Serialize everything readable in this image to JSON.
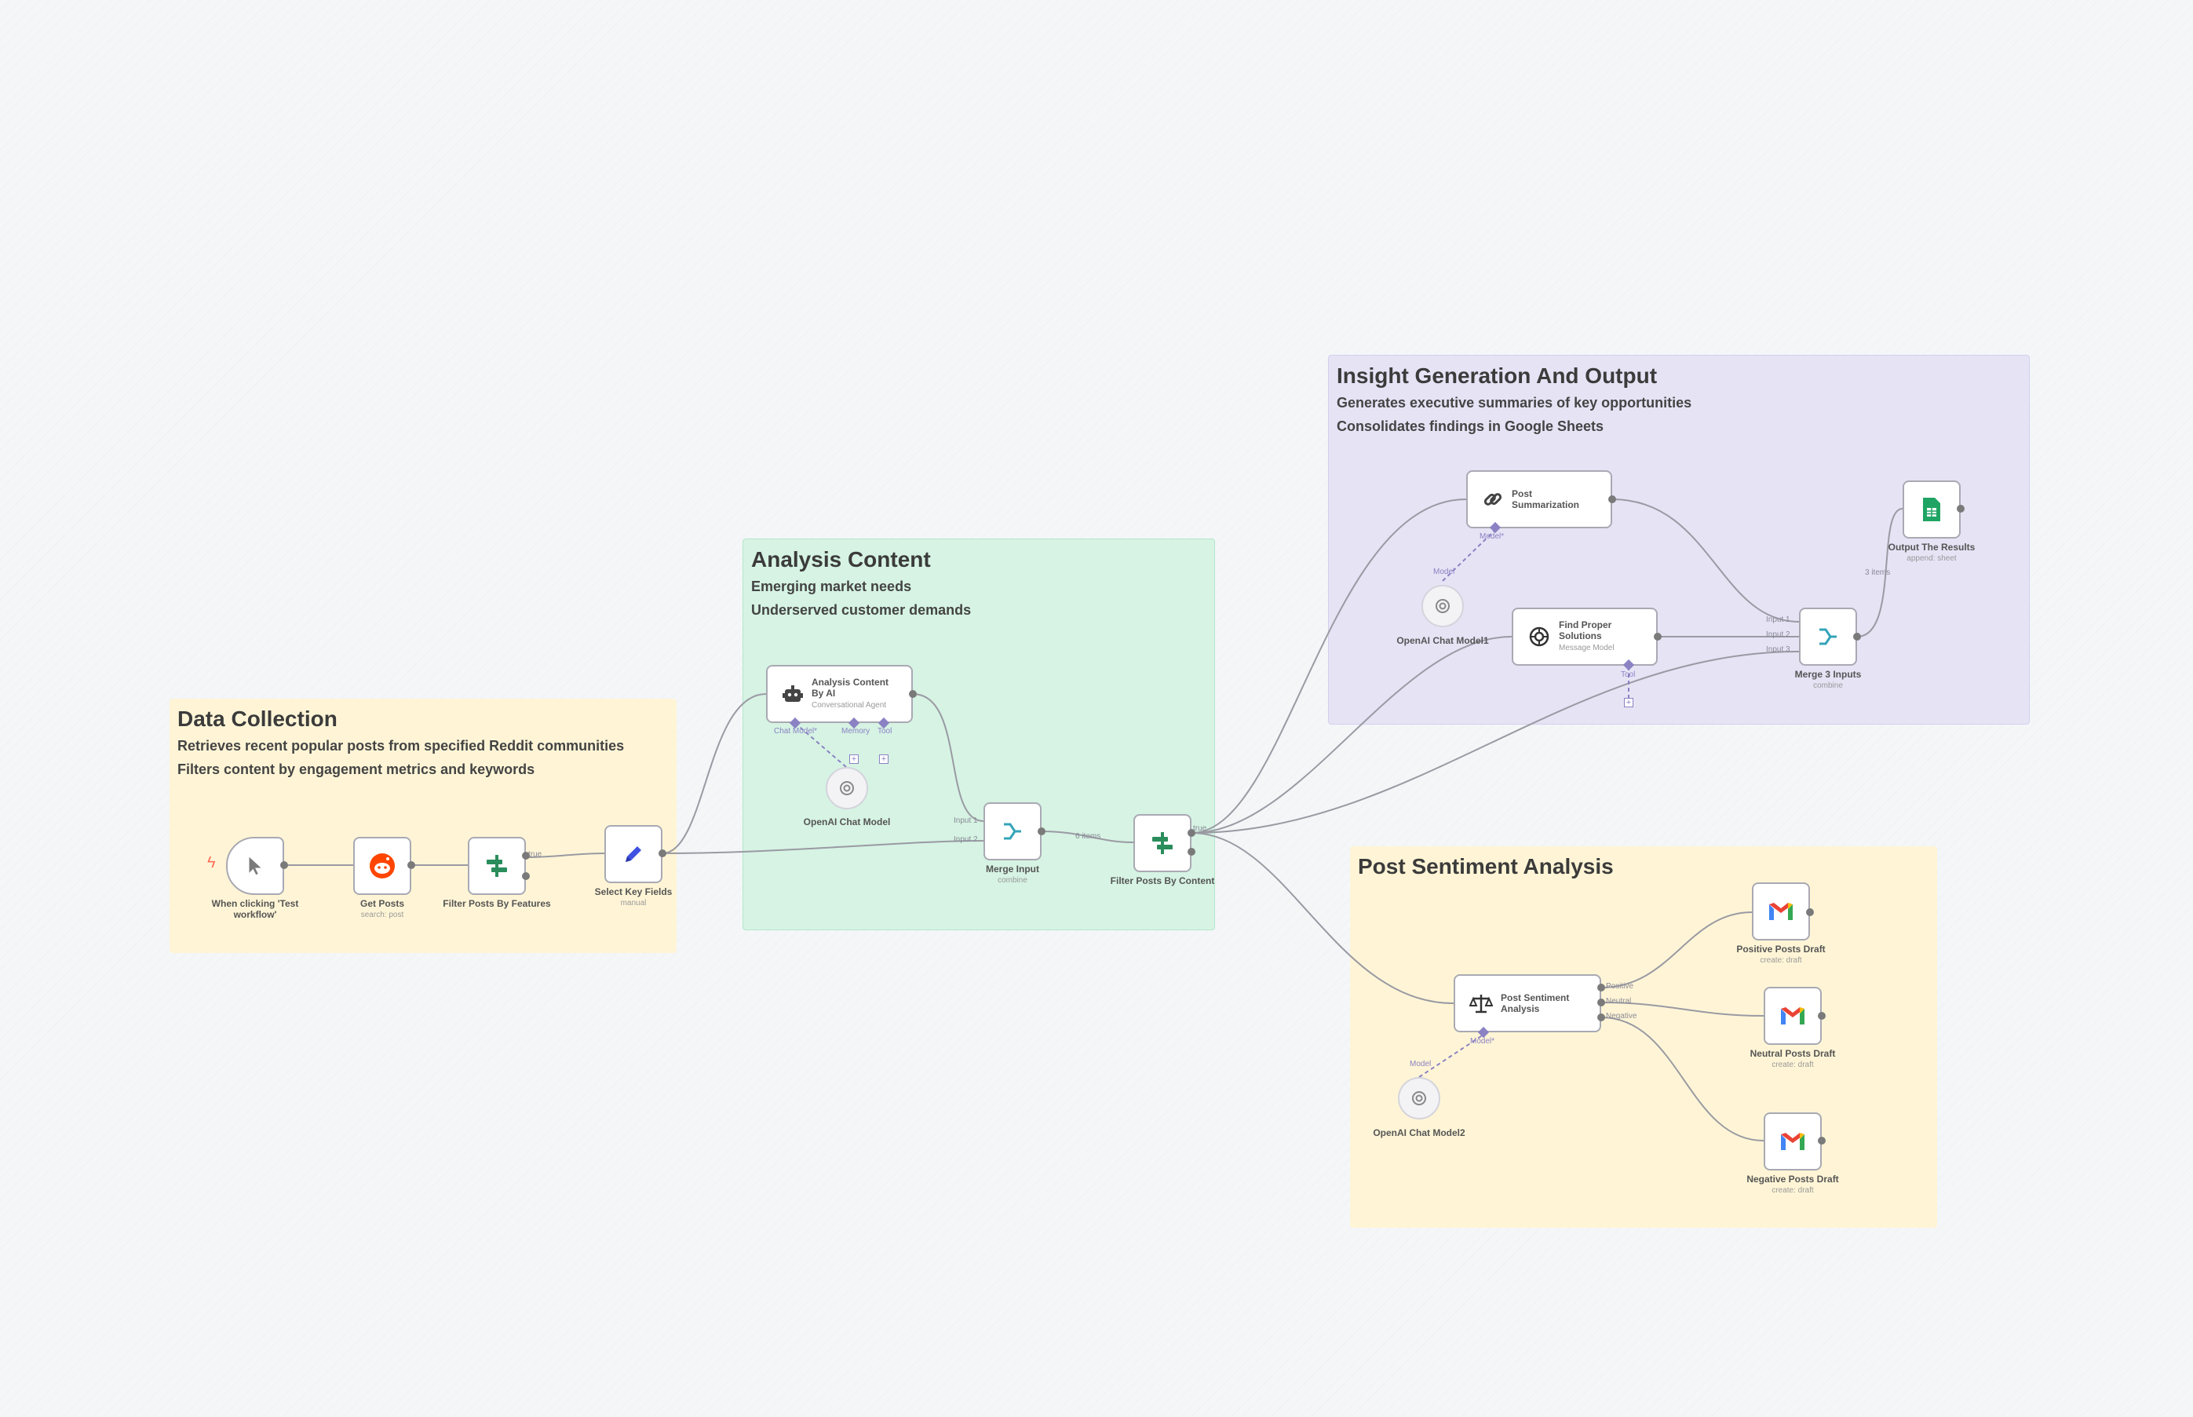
{
  "stickies": {
    "data_collection": {
      "title": "Data Collection",
      "line1": "Retrieves recent popular posts from specified Reddit communities",
      "line2": "Filters content by engagement metrics and keywords"
    },
    "analysis_content": {
      "title": "Analysis Content",
      "line1": "Emerging market needs",
      "line2": "Underserved customer demands"
    },
    "insight": {
      "title": "Insight Generation And Output",
      "line1": "Generates executive summaries of key opportunities",
      "line2": "Consolidates findings in Google Sheets"
    },
    "sentiment": {
      "title": "Post Sentiment Analysis"
    }
  },
  "nodes": {
    "trigger": {
      "title1": "When clicking 'Test",
      "title2": "workflow'"
    },
    "get_posts": {
      "title": "Get Posts",
      "sub": "search: post"
    },
    "filter_features": {
      "title": "Filter Posts By Features"
    },
    "select_fields": {
      "title": "Select Key Fields",
      "sub": "manual"
    },
    "analysis_ai": {
      "title1": "Analysis Content",
      "title2": "By AI",
      "sub": "Conversational Agent"
    },
    "openai_chat": {
      "title": "OpenAI Chat Model"
    },
    "merge_input": {
      "title": "Merge Input",
      "sub": "combine"
    },
    "filter_content": {
      "title": "Filter Posts By Content"
    },
    "post_summarization": {
      "title1": "Post",
      "title2": "Summarization"
    },
    "openai_chat1": {
      "title": "OpenAI Chat Model1"
    },
    "find_solutions": {
      "title1": "Find Proper",
      "title2": "Solutions",
      "sub": "Message Model"
    },
    "merge3": {
      "title": "Merge 3 Inputs",
      "sub": "combine"
    },
    "output_results": {
      "title": "Output The Results",
      "sub": "append: sheet"
    },
    "sentiment": {
      "title1": "Post Sentiment",
      "title2": "Analysis"
    },
    "openai_chat2": {
      "title": "OpenAI Chat Model2"
    },
    "positive_draft": {
      "title": "Positive Posts Draft",
      "sub": "create: draft"
    },
    "neutral_draft": {
      "title": "Neutral Posts Draft",
      "sub": "create: draft"
    },
    "negative_draft": {
      "title": "Negative Posts Draft",
      "sub": "create: draft"
    }
  },
  "edge_labels": {
    "true": "true",
    "chat_model": "Chat Model*",
    "memory": "Memory",
    "tool": "Tool",
    "input1": "Input 1",
    "input2": "Input 2",
    "input3": "Input 3",
    "items": "6 items",
    "items_out": "3 items",
    "model": "Model",
    "model_star": "Model*",
    "positive": "Positive",
    "neutral": "Neutral",
    "negative": "Negative"
  },
  "icons": {
    "trigger": "cursor-icon",
    "reddit": "reddit-icon",
    "filter": "filter-icon",
    "edit": "pencil-icon",
    "robot": "robot-icon",
    "openai": "openai-icon",
    "merge": "merge-icon",
    "link": "link-icon",
    "sheets": "google-sheets-icon",
    "scale": "scale-icon",
    "gmail": "gmail-icon"
  },
  "colors": {
    "yellow_sticky": "#fff5d6",
    "green_sticky": "#d6f3e3",
    "purple_sticky": "#e6e3f5",
    "edge": "#9a9aa3",
    "ai_edge": "#8b82c4",
    "trigger_bolt": "#ff6d5a"
  }
}
